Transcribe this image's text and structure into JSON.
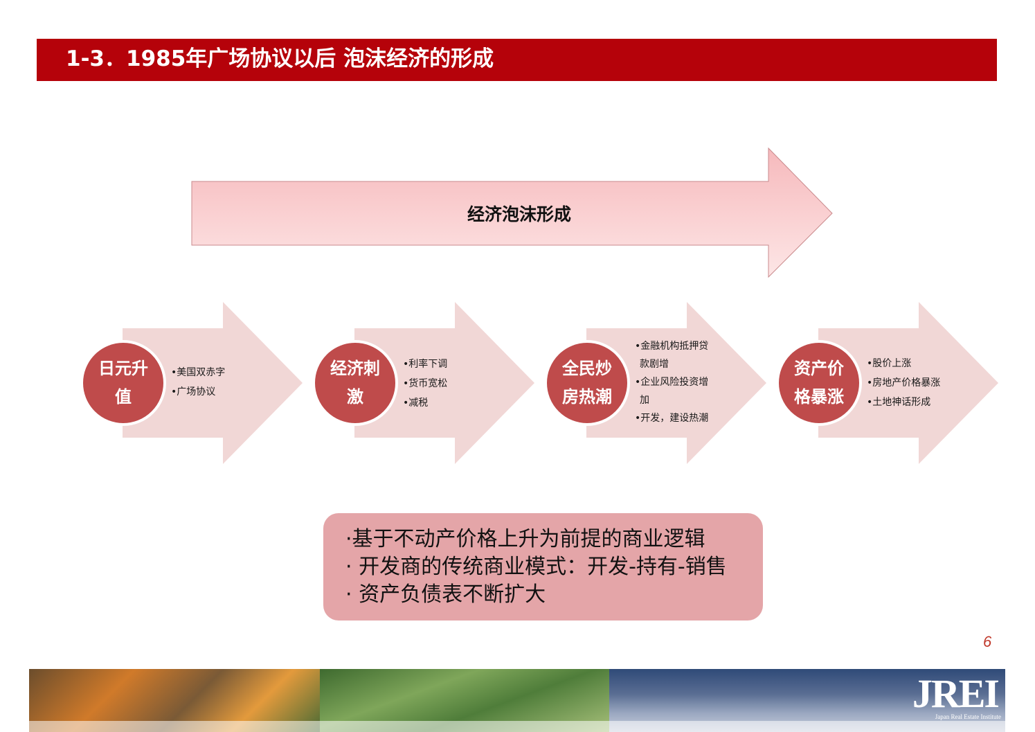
{
  "header": {
    "title": "1-3．1985年广场协议以后 泡沫经济的形成"
  },
  "big_arrow": {
    "label": "经济泡沫形成"
  },
  "steps": [
    {
      "title": "日元升值",
      "bullets": [
        "•美国双赤字",
        "•广场协议"
      ]
    },
    {
      "title": "经济刺激",
      "bullets": [
        "•利率下调",
        "•货币宽松",
        "•减税"
      ]
    },
    {
      "title": "全民炒房热潮",
      "bullets": [
        "•金融机构抵押贷",
        "款剧增",
        "•企业风险投资增",
        "加",
        "•开发，建设热潮"
      ]
    },
    {
      "title": "资产价格暴涨",
      "bullets": [
        "•股价上涨",
        "•房地产价格暴涨",
        "•土地神话形成"
      ]
    }
  ],
  "summary": {
    "lines": [
      "·基于不动产价格上升为前提的商业逻辑",
      "· 开发商的传统商业模式：开发-持有-销售",
      "· 资产负债表不断扩大"
    ]
  },
  "page_number": "6",
  "footer": {
    "logo": "JREI",
    "logo_sub": "Japan Real Estate Institute"
  },
  "colors": {
    "title_bar": "#b5020a",
    "circle": "#bf4b4b",
    "step_arrow": "#f1d7d6",
    "summary_box": "#e4a5a8",
    "big_arrow_top": "#f6b9bc",
    "big_arrow_bottom": "#fde6e6"
  }
}
